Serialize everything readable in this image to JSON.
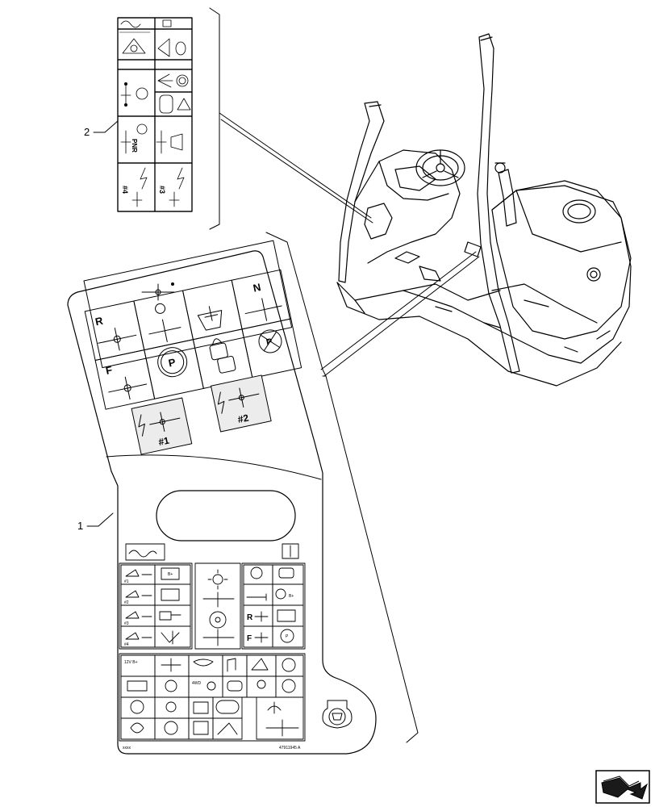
{
  "callouts": {
    "one": "1",
    "two": "2"
  },
  "decal_small": {
    "label_pnr": "PNR",
    "label_n3": "#3",
    "label_n4": "#4"
  },
  "decal_large": {
    "gear_r": "R",
    "gear_n": "N",
    "gear_f": "F",
    "park": "P",
    "aux1": "#1",
    "aux2": "#2"
  },
  "fuse_panel": {
    "fuse_codes": [
      "#1",
      "#2",
      "#3",
      "#4"
    ],
    "v12": "12V B+",
    "r_gear": "R",
    "f_gear": "F",
    "b_plus": "B+",
    "wd": "4WD",
    "footer_left": "xxxx",
    "part_number": "47911945 A"
  },
  "colors": {
    "line": "#000000",
    "panel_fill": "#ececec",
    "background": "#ffffff"
  },
  "icons": [
    "wiper-icon",
    "horn-icon",
    "fan-icon",
    "steering-wheel-icon",
    "parking-brake-icon",
    "lock-icon",
    "book-icon",
    "light-icon",
    "seat-icon",
    "fuse-icon"
  ],
  "nav": {
    "icon": "return-arrow-icon"
  }
}
